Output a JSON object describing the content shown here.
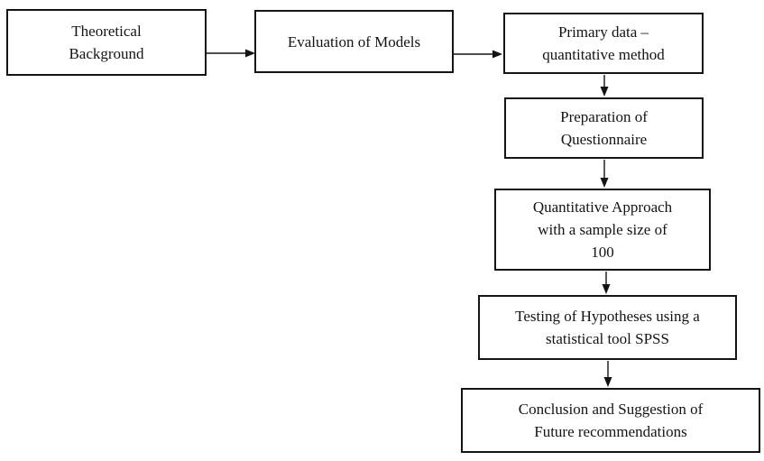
{
  "diagram": {
    "type": "flowchart",
    "background_color": "#ffffff",
    "ink_color": "#141414",
    "nodes": [
      {
        "id": "theoretical-background",
        "lines": [
          "Theoretical",
          "Background"
        ]
      },
      {
        "id": "evaluation-of-models",
        "lines": [
          "Evaluation of Models"
        ]
      },
      {
        "id": "primary-data",
        "lines": [
          "Primary data –",
          "quantitative method"
        ]
      },
      {
        "id": "preparation-questionnaire",
        "lines": [
          "Preparation of",
          "Questionnaire"
        ]
      },
      {
        "id": "quantitative-approach",
        "lines": [
          "Quantitative Approach",
          "with a sample size of",
          "100"
        ]
      },
      {
        "id": "testing-hypotheses",
        "lines": [
          "Testing of Hypotheses using a",
          "statistical tool SPSS"
        ]
      },
      {
        "id": "conclusion",
        "lines": [
          "Conclusion and Suggestion of",
          "Future recommendations"
        ]
      }
    ],
    "edges": [
      {
        "from": "theoretical-background",
        "to": "evaluation-of-models",
        "direction": "right"
      },
      {
        "from": "evaluation-of-models",
        "to": "primary-data",
        "direction": "right"
      },
      {
        "from": "primary-data",
        "to": "preparation-questionnaire",
        "direction": "down"
      },
      {
        "from": "preparation-questionnaire",
        "to": "quantitative-approach",
        "direction": "down"
      },
      {
        "from": "quantitative-approach",
        "to": "testing-hypotheses",
        "direction": "down"
      },
      {
        "from": "testing-hypotheses",
        "to": "conclusion",
        "direction": "down"
      }
    ]
  }
}
